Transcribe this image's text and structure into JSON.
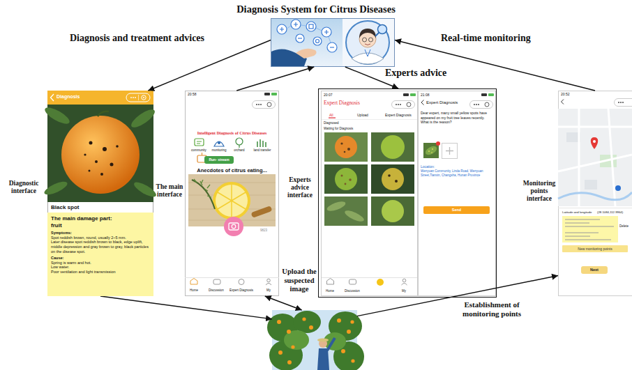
{
  "diagram": {
    "nodes": [
      {
        "text": [
          "Diagnosis System for Citrus Diseases"
        ]
      },
      {
        "text": [
          "Diagnostic interface",
          "Black spot"
        ]
      },
      {
        "text": [
          "Diagnosis"
        ],
        "in": 1
      },
      {
        "text": [
          "The main damage part:",
          "fruit",
          "Symptoms:",
          "Spot reddish brown, round, usually 2~5 mm.",
          "Later disease spot reddish brown to black, edge uplift, middle depression and gray brown to gray, black particles on the disease spot.",
          "Cause:",
          "Spring is warm and hot.",
          "Low water.",
          "Poor ventilation and light transmission"
        ],
        "in": 1
      },
      {
        "text": [
          "The main interface",
          "20:58",
          "Intelligent Diagnosis of Citrus Diseases",
          "community",
          "monitoring",
          "orchard",
          "land transfer",
          "Anecdotes of citrus eating...",
          "9823",
          "Home",
          "Discussion",
          "Expert Diagnosis",
          "My"
        ]
      },
      {
        "text": [
          "Run- stream"
        ],
        "in": 4
      },
      {
        "text": [
          "Experts advice interface"
        ]
      },
      {
        "text": [
          "20:07",
          "Expert Diagnosis",
          "All",
          "Upload",
          "Expert Diagnosis",
          "Diagnosed",
          "Waiting for Diagnosis",
          "Home",
          "Discussion",
          "My"
        ],
        "in": 6
      },
      {
        "text": [
          "21:08",
          "Expert Diagnosis",
          "Dear expert, many small yellow spots have appeared on my fruit tree leaves recently. What is the reason?",
          "Location:",
          "Wenyuan Community, Linda Road, Wenyuan Street,Tianxin, Changsha, Hunan Province"
        ],
        "in": 6
      },
      {
        "text": [
          "Send"
        ],
        "in": 8
      },
      {
        "text": [
          "Monitoring points interface",
          "20:52",
          "Latitude and longitude",
          "(28.1084,112.9964)",
          "Delete"
        ]
      },
      {
        "text": [
          "New monitoring points"
        ],
        "in": 10
      },
      {
        "text": [
          "Next"
        ],
        "in": 10
      },
      {
        "text": []
      }
    ],
    "edges": [
      {
        "from": 0,
        "to": 1,
        "label": "Diagnosis and treatment advices",
        "arrow": "to"
      },
      {
        "from": 4,
        "to": 0,
        "arrow": "to"
      },
      {
        "from": 0,
        "to": 6,
        "label": "Experts advice",
        "arrow": "to"
      },
      {
        "from": 10,
        "to": 0,
        "label": "Real-time monitoring",
        "arrow": "to"
      },
      {
        "from": 1,
        "to": 13,
        "arrow": "to"
      },
      {
        "from": 4,
        "to": 13,
        "label": "Upload the suspected image",
        "arrow": "both"
      },
      {
        "from": 13,
        "to": 10,
        "label": "Establishment of monitoring points",
        "arrow": "to"
      }
    ]
  }
}
